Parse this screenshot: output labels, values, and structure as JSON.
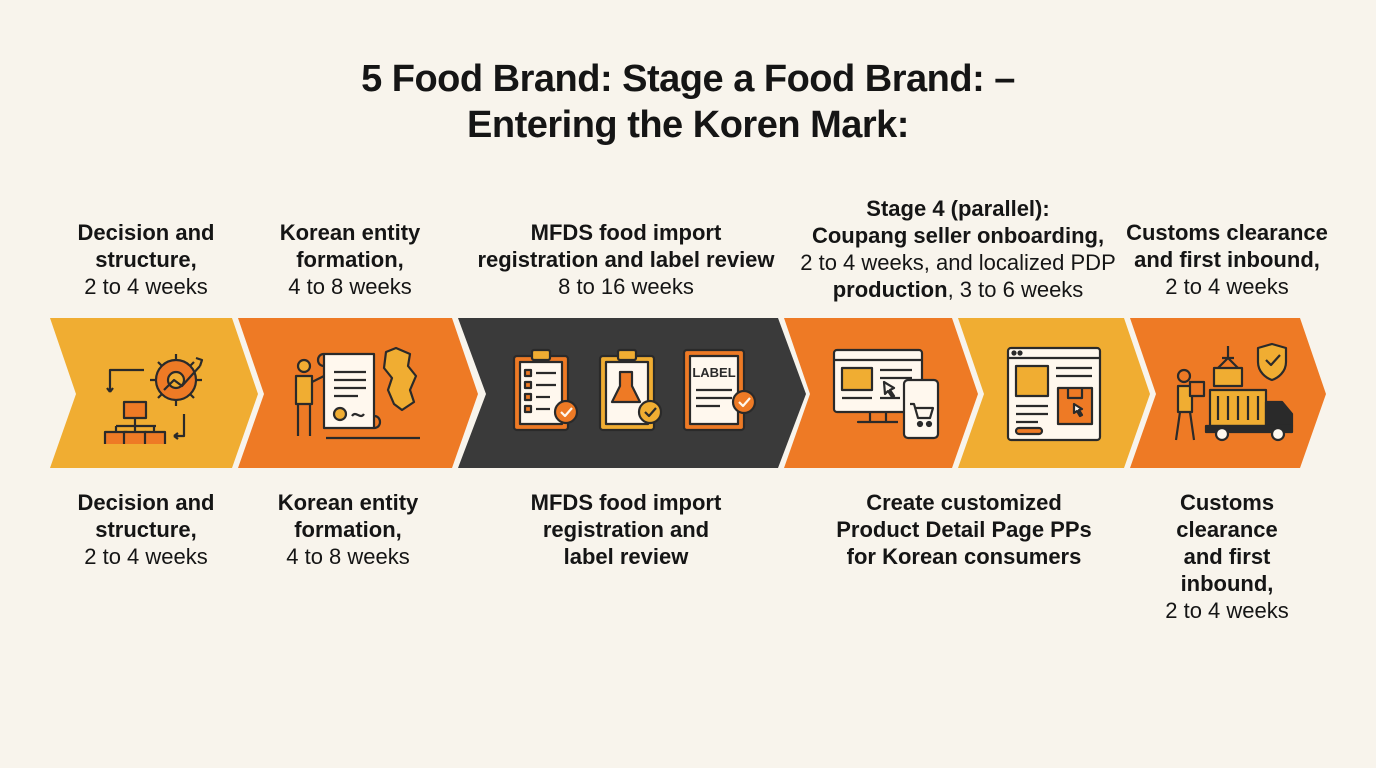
{
  "title": {
    "line1": "5 Food Brand: Stage a Food Brand: –",
    "line2": "Entering the Koren Mark:"
  },
  "colors": {
    "background": "#f8f4ec",
    "amber": "#f0ad32",
    "orange": "#ee7a25",
    "dark": "#3a3a3a",
    "outline": "#2a2a2a"
  },
  "top_labels": [
    {
      "bold": [
        "Decision and",
        "structure,"
      ],
      "normal": [
        "2 to 4 weeks"
      ]
    },
    {
      "bold": [
        "Korean entity",
        "formation,"
      ],
      "normal": [
        "4 to 8 weeks"
      ]
    },
    {
      "bold": [
        "MFDS food import",
        "registration and label review"
      ],
      "normal": [
        "8 to 16 weeks"
      ]
    },
    {
      "line1": "Stage 4 (parallel):",
      "line2": "Coupang seller onboarding,",
      "line3": "2 to 4 weeks, and localized PDP",
      "line4_bold": "production",
      "line4_rest": ", 3 to 6 weeks"
    },
    {
      "bold": [
        "Customs clearance",
        "and first inbound,"
      ],
      "normal": [
        "2 to 4 weeks"
      ]
    }
  ],
  "bottom_labels": [
    {
      "bold": [
        "Decision and",
        "structure,"
      ],
      "normal": [
        "2 to 4 weeks"
      ]
    },
    {
      "bold": [
        "Korean entity",
        "formation,"
      ],
      "normal": [
        "4 to 8 weeks"
      ]
    },
    {
      "bold": [
        "MFDS food import",
        "registration and",
        "label review"
      ],
      "normal": []
    },
    {
      "bold": [
        "Create customized",
        "Product Detail Page PPs",
        "for Korean consumers"
      ],
      "normal": []
    },
    {
      "bold": [
        "Customs",
        "clearance",
        "and first",
        "inbound,"
      ],
      "normal": [
        "2 to 4 weeks"
      ]
    }
  ],
  "stages": [
    {
      "icon": "org-chart-gear-icon",
      "fill": "amber"
    },
    {
      "icon": "person-document-map-icon",
      "fill": "orange"
    },
    {
      "icon": "clipboards-label-icon",
      "fill": "dark"
    },
    {
      "icon": "desktop-phone-cart-icon",
      "fill": "orange"
    },
    {
      "icon": "product-page-icon",
      "fill": "amber"
    },
    {
      "icon": "worker-truck-shield-icon",
      "fill": "orange"
    }
  ],
  "icon_text": {
    "label_tag": "LABEL"
  }
}
